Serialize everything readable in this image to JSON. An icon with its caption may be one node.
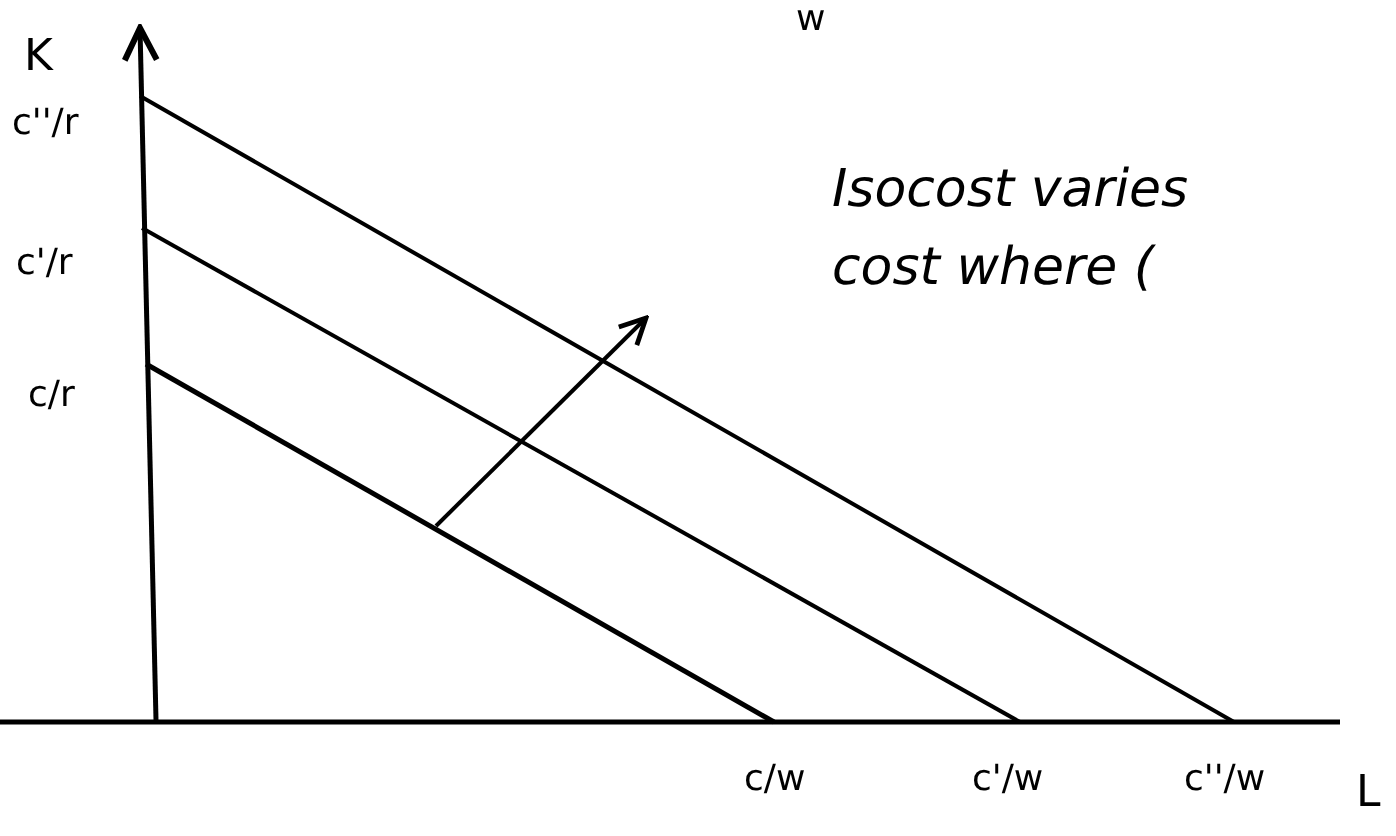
{
  "diagram": {
    "labels": [
      "w",
      "K",
      "c''/r",
      "c'/r",
      "c/r",
      "Isocost varies cost where (",
      "c/w",
      "c'/w",
      "c''/w",
      "L"
    ]
  }
}
